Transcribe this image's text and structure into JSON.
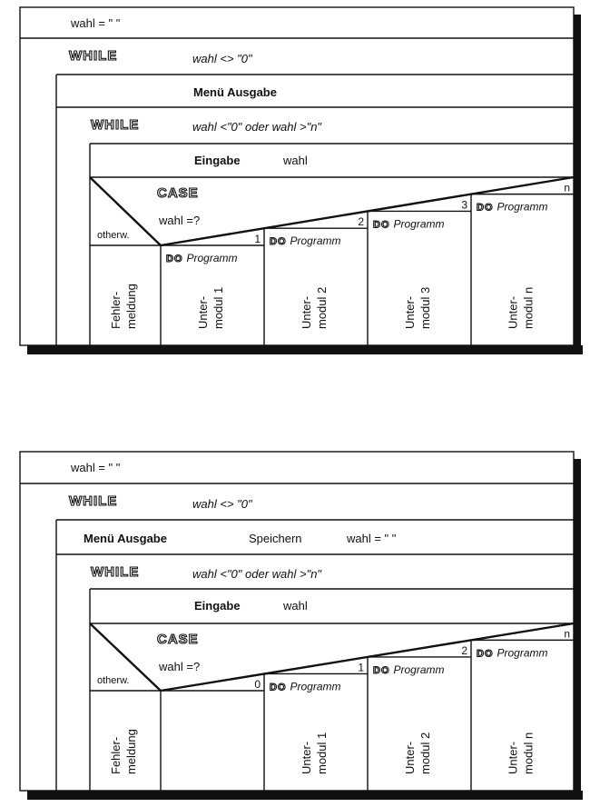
{
  "diagrams": [
    {
      "init": "wahl = \" \"",
      "while_kw": "WHILE",
      "outer_cond": "wahl <> \"0\"",
      "menu": [
        "Menü  Ausgabe"
      ],
      "inner_cond": "wahl <\"0\" oder wahl >\"n\"",
      "input": [
        "Eingabe",
        "wahl"
      ],
      "case_kw": "CASE",
      "case_expr": "wahl =?",
      "otherwise": "otherw.",
      "do_kw": "DO",
      "do_text": "Programm",
      "error": [
        "Fehler-",
        "meldung"
      ],
      "branches": [
        {
          "label": "1",
          "has_do": true,
          "lines": [
            "Unter-",
            "modul 1"
          ]
        },
        {
          "label": "2",
          "has_do": true,
          "lines": [
            "Unter-",
            "modul 2"
          ]
        },
        {
          "label": "3",
          "has_do": true,
          "lines": [
            "Unter-",
            "modul 3"
          ]
        },
        {
          "label": "n",
          "has_do": true,
          "lines": [
            "Unter-",
            "modul n"
          ]
        }
      ]
    },
    {
      "init": "wahl = \" \"",
      "while_kw": "WHILE",
      "outer_cond": "wahl <> \"0\"",
      "menu": [
        "Menü  Ausgabe",
        "Speichern",
        "wahl = \" \""
      ],
      "inner_cond": "wahl <\"0\" oder wahl >\"n\"",
      "input": [
        "Eingabe",
        "wahl"
      ],
      "case_kw": "CASE",
      "case_expr": "wahl =?",
      "otherwise": "otherw.",
      "do_kw": "DO",
      "do_text": "Programm",
      "error": [
        "Fehler-",
        "meldung"
      ],
      "branches": [
        {
          "label": "0",
          "has_do": false,
          "lines": []
        },
        {
          "label": "1",
          "has_do": true,
          "lines": [
            "Unter-",
            "modul 1"
          ]
        },
        {
          "label": "2",
          "has_do": true,
          "lines": [
            "Unter-",
            "modul 2"
          ]
        },
        {
          "label": "n",
          "has_do": true,
          "lines": [
            "Unter-",
            "modul n"
          ]
        }
      ]
    }
  ]
}
